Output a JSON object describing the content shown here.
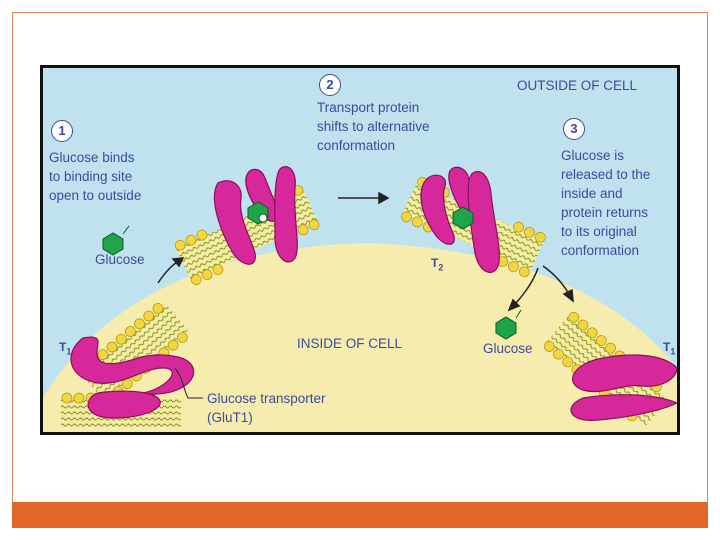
{
  "figure": {
    "outside_label": "OUTSIDE OF CELL",
    "inside_label": "INSIDE OF CELL",
    "steps": [
      {
        "number": "1",
        "text": "Glucose binds\nto binding site\nopen to outside"
      },
      {
        "number": "2",
        "text": "Transport protein\nshifts to alternative\nconformation"
      },
      {
        "number": "3",
        "text": "Glucose is\nreleased to the\ninside and\nprotein returns\nto its original\nconformation"
      }
    ],
    "glucose_label_outside": "Glucose",
    "glucose_label_inside": "Glucose",
    "transporter_label": "Glucose transporter\n(GluT1)",
    "t1_label": "T",
    "t1_sub": "1",
    "t2_label": "T",
    "t2_sub": "2",
    "t1_right_label": "T",
    "t1_right_sub": "1"
  },
  "colors": {
    "slide_border": "#d98b5a",
    "bottom_bar": "#e4672a",
    "outside_bg": "#bfe2ee",
    "cell_interior": "#f6ecad",
    "protein": "#d6289a",
    "lipid_head": "#f2d641",
    "glucose": "#1fa44a",
    "label_text": "#3d4a9c"
  }
}
